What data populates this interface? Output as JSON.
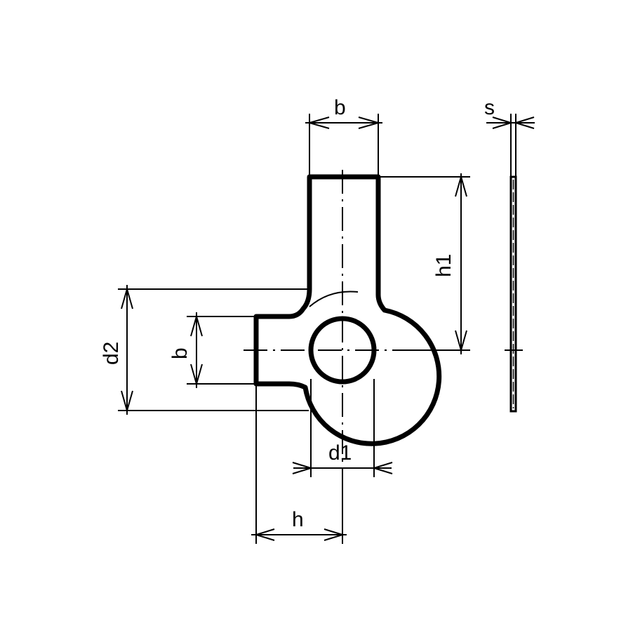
{
  "drawing": {
    "title": "Tab washer with two tabs (technical drawing)",
    "colors": {
      "line": "#000000",
      "background": "#ffffff"
    },
    "dimensions": {
      "b_top": "b",
      "s": "s",
      "h1": "h1",
      "d2": "d2",
      "b_left": "b",
      "d1": "d1",
      "h": "h"
    },
    "views": [
      "front-view",
      "side-view"
    ]
  }
}
